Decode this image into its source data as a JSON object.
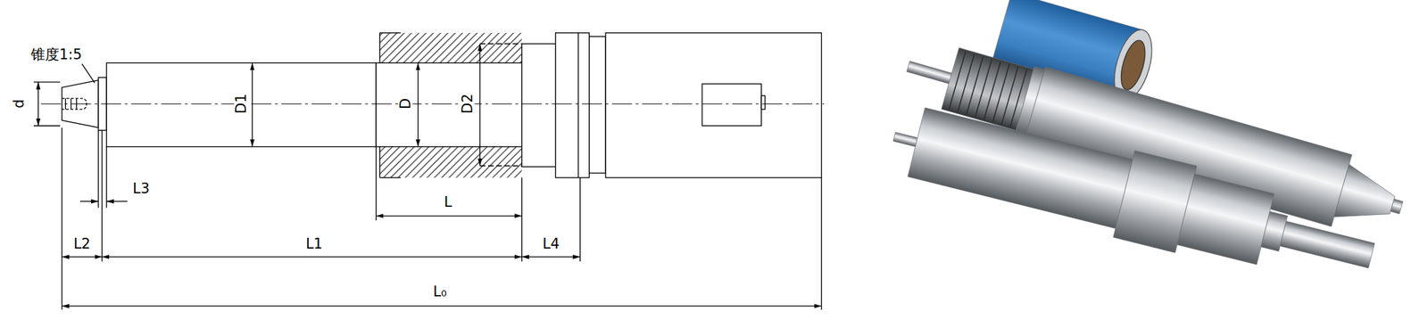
{
  "diagram": {
    "labels": [
      "锥度1:5",
      "d",
      "D1",
      "D",
      "D2",
      "L3",
      "L",
      "L2",
      "L1",
      "L4",
      "L₀"
    ]
  }
}
